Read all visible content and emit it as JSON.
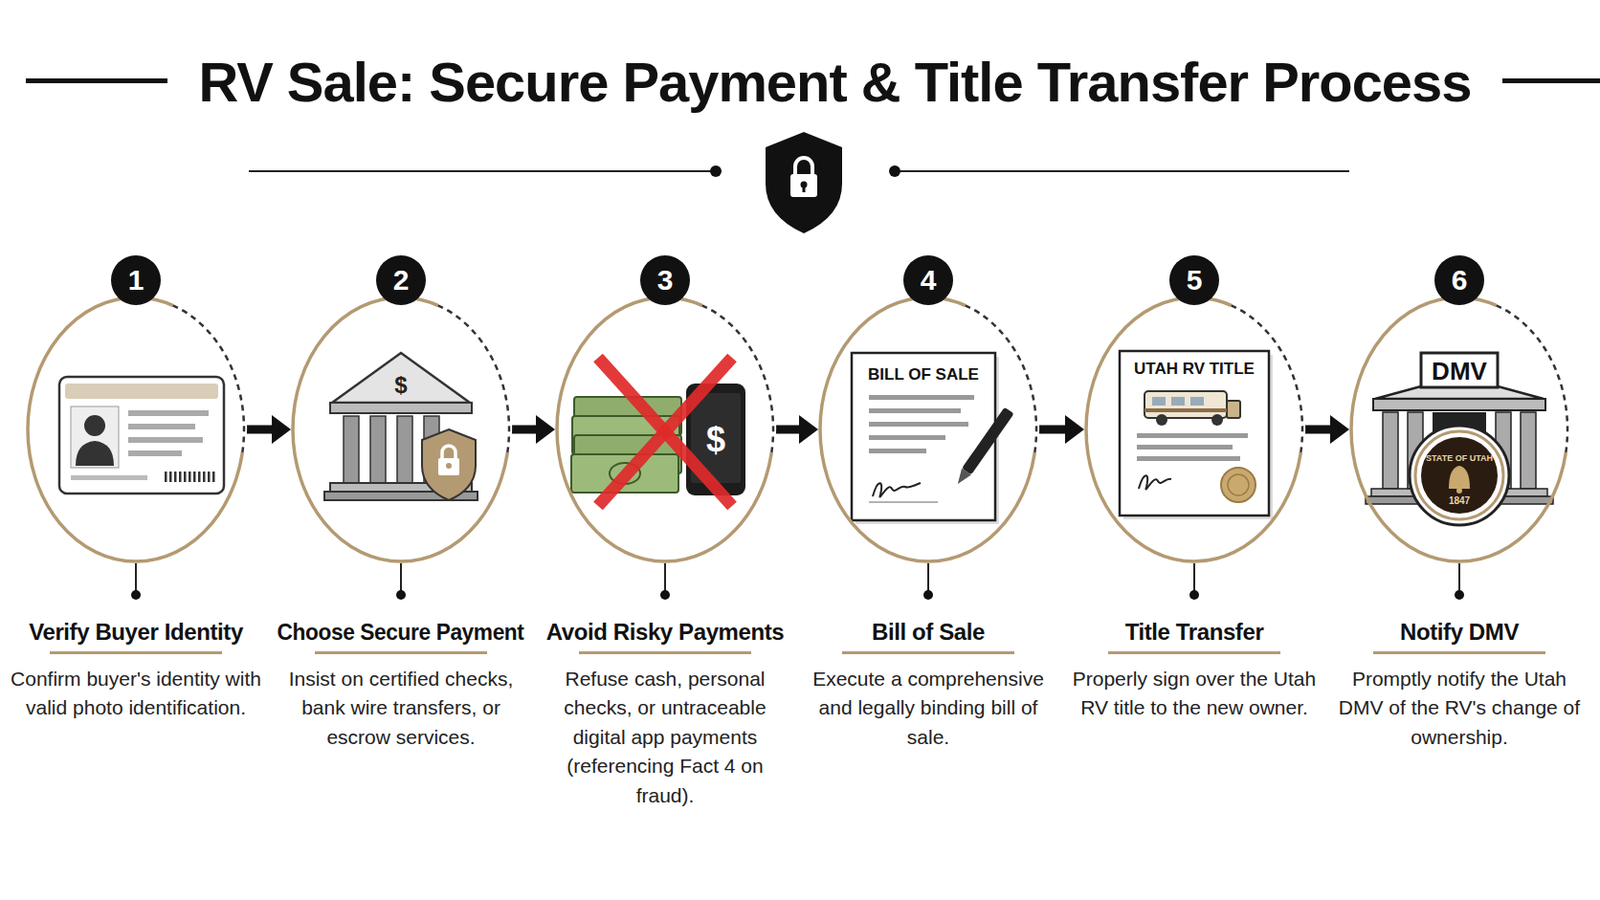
{
  "diagram": {
    "title": "RV Sale: Secure Payment & Title Transfer Process",
    "nodes": [
      {
        "text": [
          "1",
          "Verify Buyer Identity",
          "Confirm buyer's identity with valid photo identification."
        ]
      },
      {
        "text": [
          "2",
          "Choose Secure Payment",
          "Insist on certified checks, bank wire transfers, or escrow services."
        ]
      },
      {
        "text": [
          "3",
          "Avoid Risky Payments",
          "Refuse cash, personal checks, or untraceable digital app payments (referencing Fact 4 on fraud)."
        ]
      },
      {
        "text": [
          "4",
          "Bill of Sale",
          "Execute a comprehensive and legally binding bill of sale."
        ]
      },
      {
        "text": [
          "5",
          "Title Transfer",
          "Properly sign over the Utah RV title to the new owner."
        ]
      },
      {
        "text": [
          "6",
          "Notify DMV",
          "Promptly notify the Utah DMV of the RV's change of ownership."
        ]
      }
    ],
    "edges": [
      {
        "from": 0,
        "to": 1,
        "arrow": "to"
      },
      {
        "from": 1,
        "to": 2,
        "arrow": "to"
      },
      {
        "from": 2,
        "to": 3,
        "arrow": "to"
      },
      {
        "from": 3,
        "to": 4,
        "arrow": "to"
      },
      {
        "from": 4,
        "to": 5,
        "arrow": "to"
      }
    ],
    "labels": [
      "$",
      "$",
      "BILL OF SALE",
      "UTAH RV TITLE",
      "DMV",
      "STATE OF UTAH",
      "1847"
    ]
  }
}
